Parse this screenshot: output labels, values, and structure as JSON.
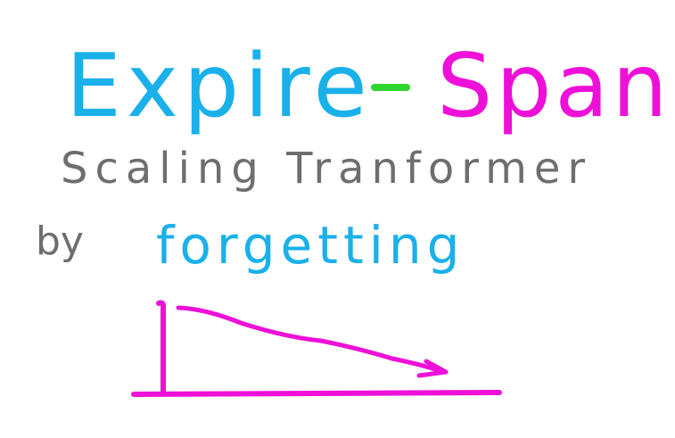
{
  "title": {
    "word1": "Expire",
    "dash": "-",
    "word2": "Span"
  },
  "subtitle": {
    "line1": "Scaling Tranformer",
    "line2_prefix": "by",
    "line2_emphasis": "forgetting"
  },
  "colors": {
    "blue": "#1ab0ea",
    "green": "#2fd62f",
    "magenta": "#ee10d8",
    "gray": "#6e6e6e",
    "background": "#ffffff"
  },
  "sketch": {
    "kind": "decay-arrow",
    "start_level": 1.0,
    "end_level": 0.2
  }
}
